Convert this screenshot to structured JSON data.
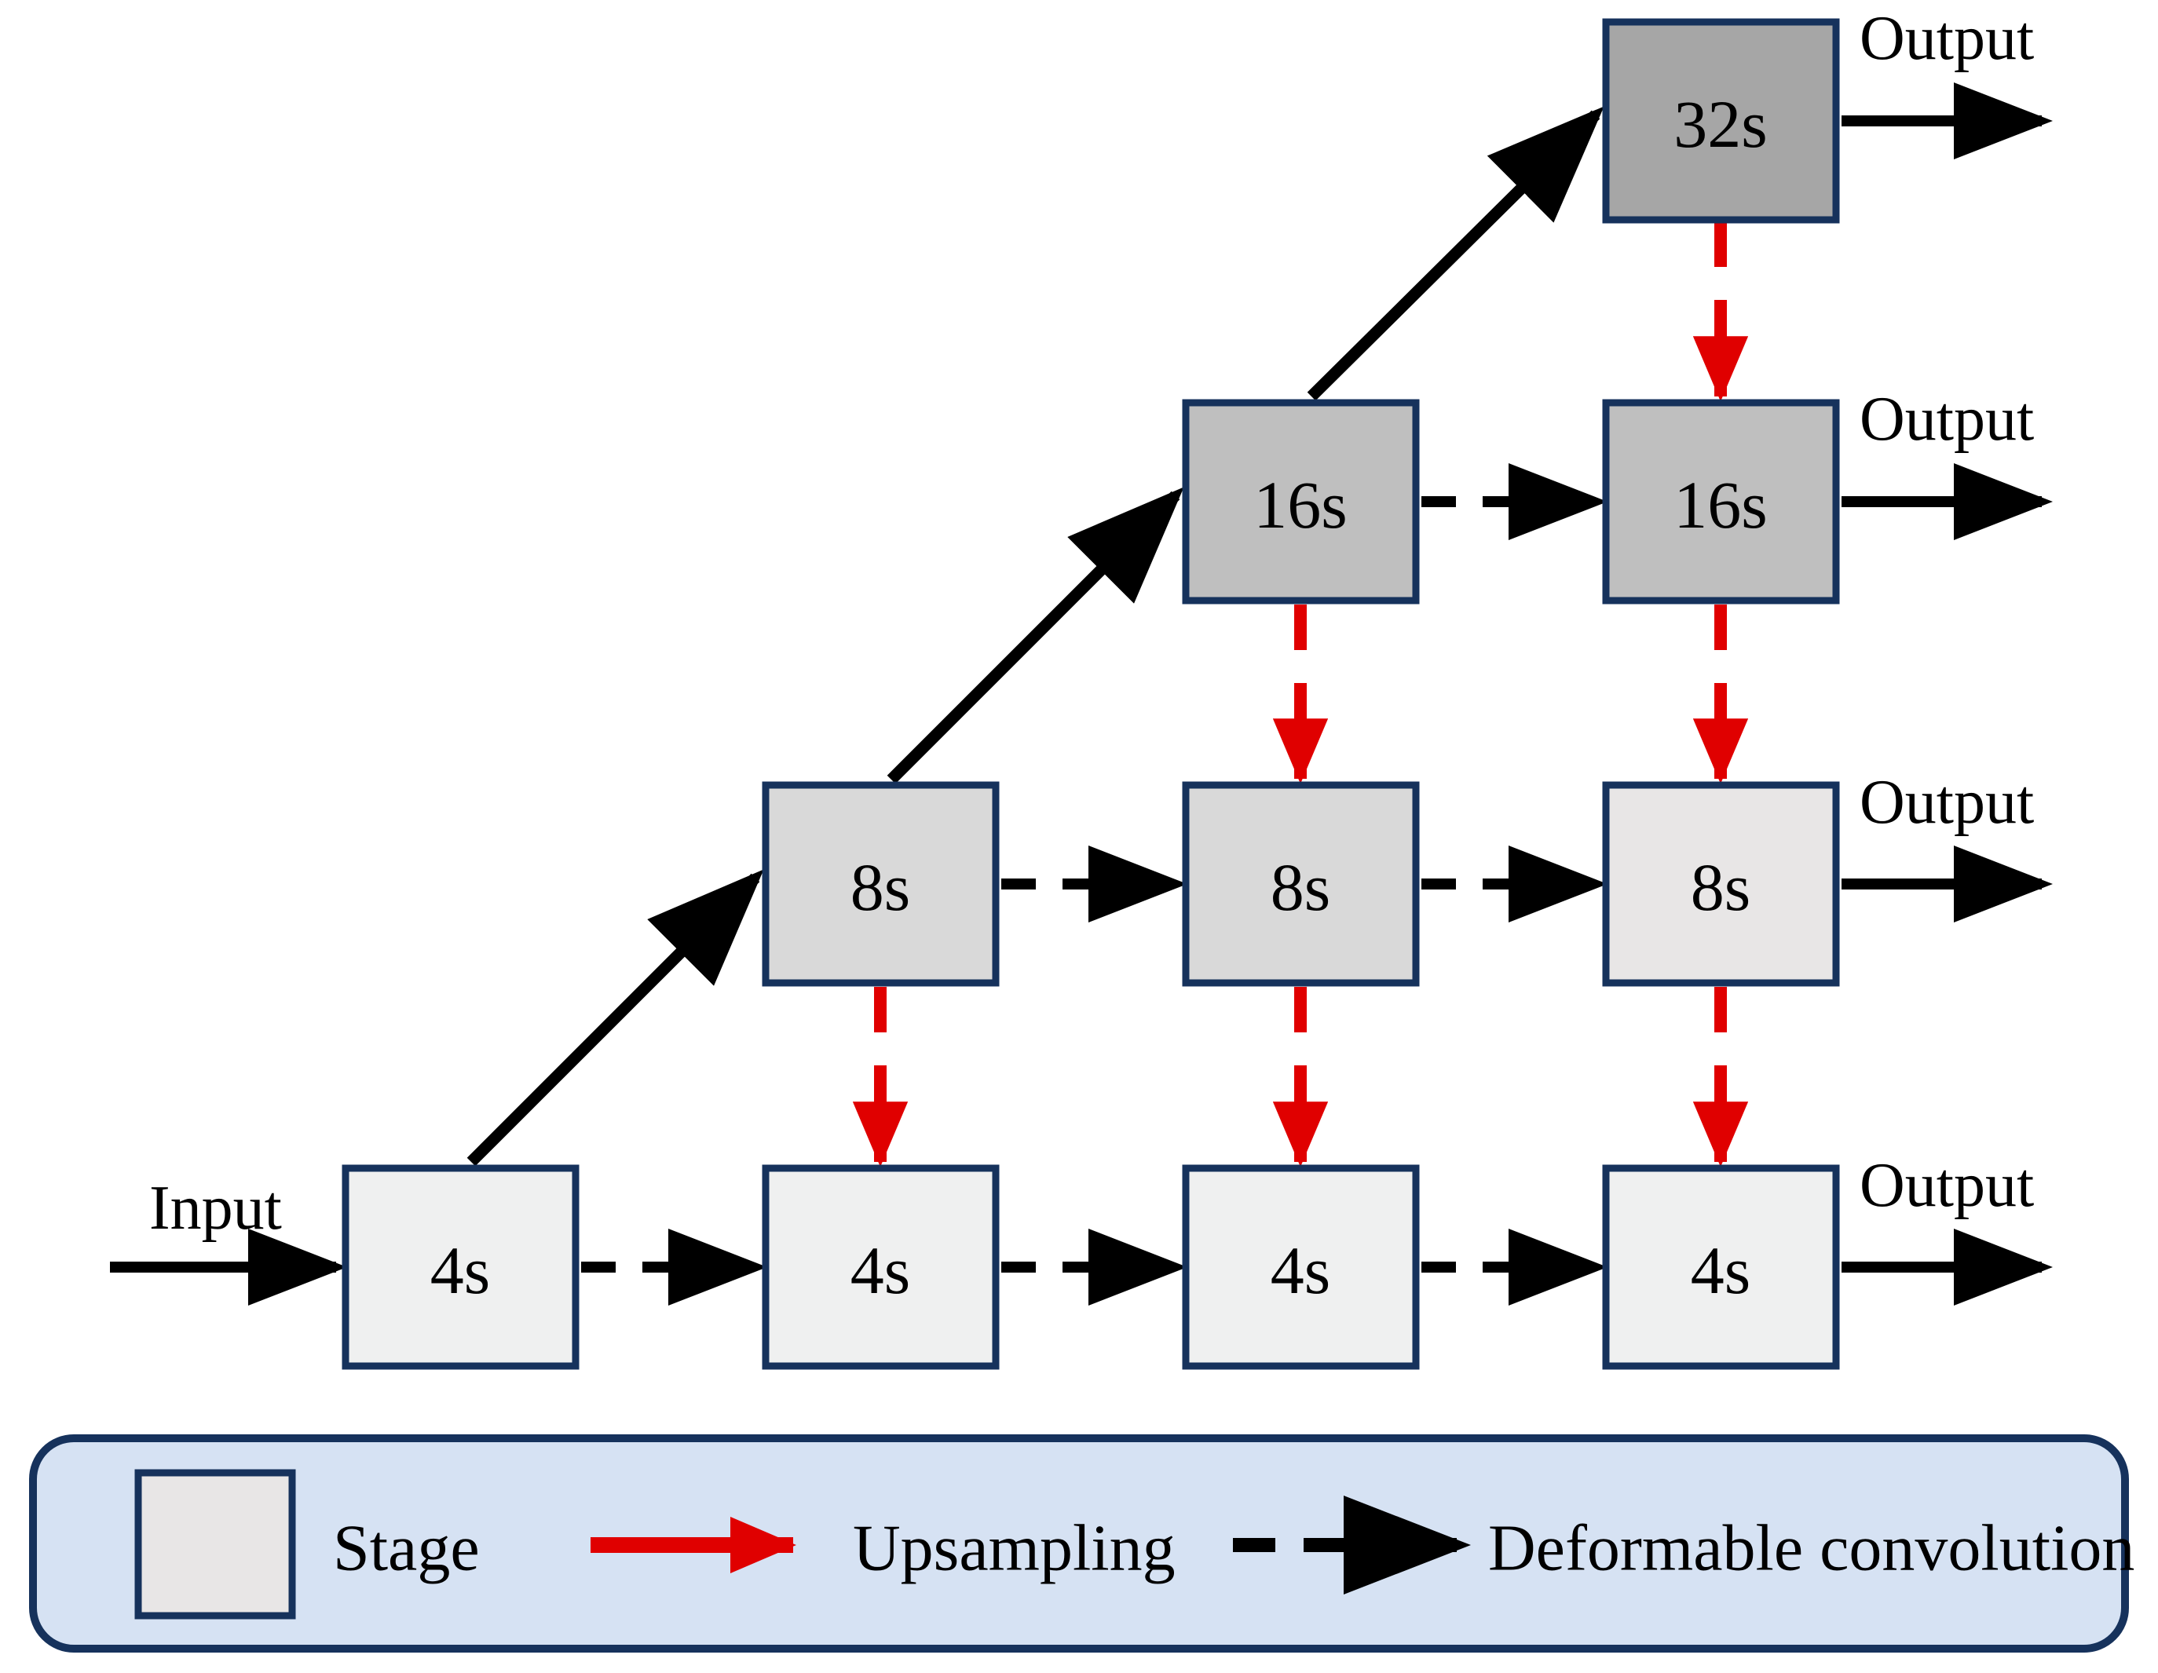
{
  "diagram": {
    "title_present": false,
    "colors": {
      "box_border": "#16325c",
      "upsampling_arrow": "#e00000",
      "deformable_arrow": "#000000",
      "legend_panel_fill": "#d6e2f3",
      "legend_panel_border": "#16325c",
      "fill_4s": "#eff0f0",
      "fill_8s": "#d9d9d9",
      "fill_8s_light": "#e8e6e6",
      "fill_16s": "#bfbfbf",
      "fill_32s": "#a6a6a6"
    },
    "input_label": "Input",
    "rows": [
      {
        "name": "row-32s",
        "stride": "32s",
        "output_label": "Output",
        "boxes": [
          {
            "label": "32s",
            "column": 4,
            "fill": "#a6a6a6"
          }
        ]
      },
      {
        "name": "row-16s",
        "stride": "16s",
        "output_label": "Output",
        "boxes": [
          {
            "label": "16s",
            "column": 3,
            "fill": "#bfbfbf"
          },
          {
            "label": "16s",
            "column": 4,
            "fill": "#bfbfbf"
          }
        ]
      },
      {
        "name": "row-8s",
        "stride": "8s",
        "output_label": "Output",
        "boxes": [
          {
            "label": "8s",
            "column": 2,
            "fill": "#d9d9d9"
          },
          {
            "label": "8s",
            "column": 3,
            "fill": "#d9d9d9"
          },
          {
            "label": "8s",
            "column": 4,
            "fill": "#e8e6e6"
          }
        ]
      },
      {
        "name": "row-4s",
        "stride": "4s",
        "output_label": "Output",
        "boxes": [
          {
            "label": "4s",
            "column": 1,
            "fill": "#eff0f0"
          },
          {
            "label": "4s",
            "column": 2,
            "fill": "#eff0f0"
          },
          {
            "label": "4s",
            "column": 3,
            "fill": "#eff0f0"
          },
          {
            "label": "4s",
            "column": 4,
            "fill": "#eff0f0"
          }
        ]
      }
    ],
    "box_labels": {
      "r4_c1": "4s",
      "r4_c2": "4s",
      "r4_c3": "4s",
      "r4_c4": "4s",
      "r8_c2": "8s",
      "r8_c3": "8s",
      "r8_c4": "8s",
      "r16_c3": "16s",
      "r16_c4": "16s",
      "r32_c4": "32s"
    },
    "outputs": {
      "out_32s": "Output",
      "out_16s": "Output",
      "out_8s": "Output",
      "out_4s": "Output"
    },
    "legend": {
      "items": [
        {
          "key": "stage",
          "glyph": "swatch",
          "label": "Stage"
        },
        {
          "key": "upsampling",
          "glyph": "solid-red-arrow",
          "label": "Upsampling"
        },
        {
          "key": "deformable",
          "glyph": "dashed-black-arrow",
          "label": "Deformable convolution"
        }
      ],
      "stage_label": "Stage",
      "upsampling_label": "Upsampling",
      "deformable_label": "Deformable convolution"
    }
  }
}
